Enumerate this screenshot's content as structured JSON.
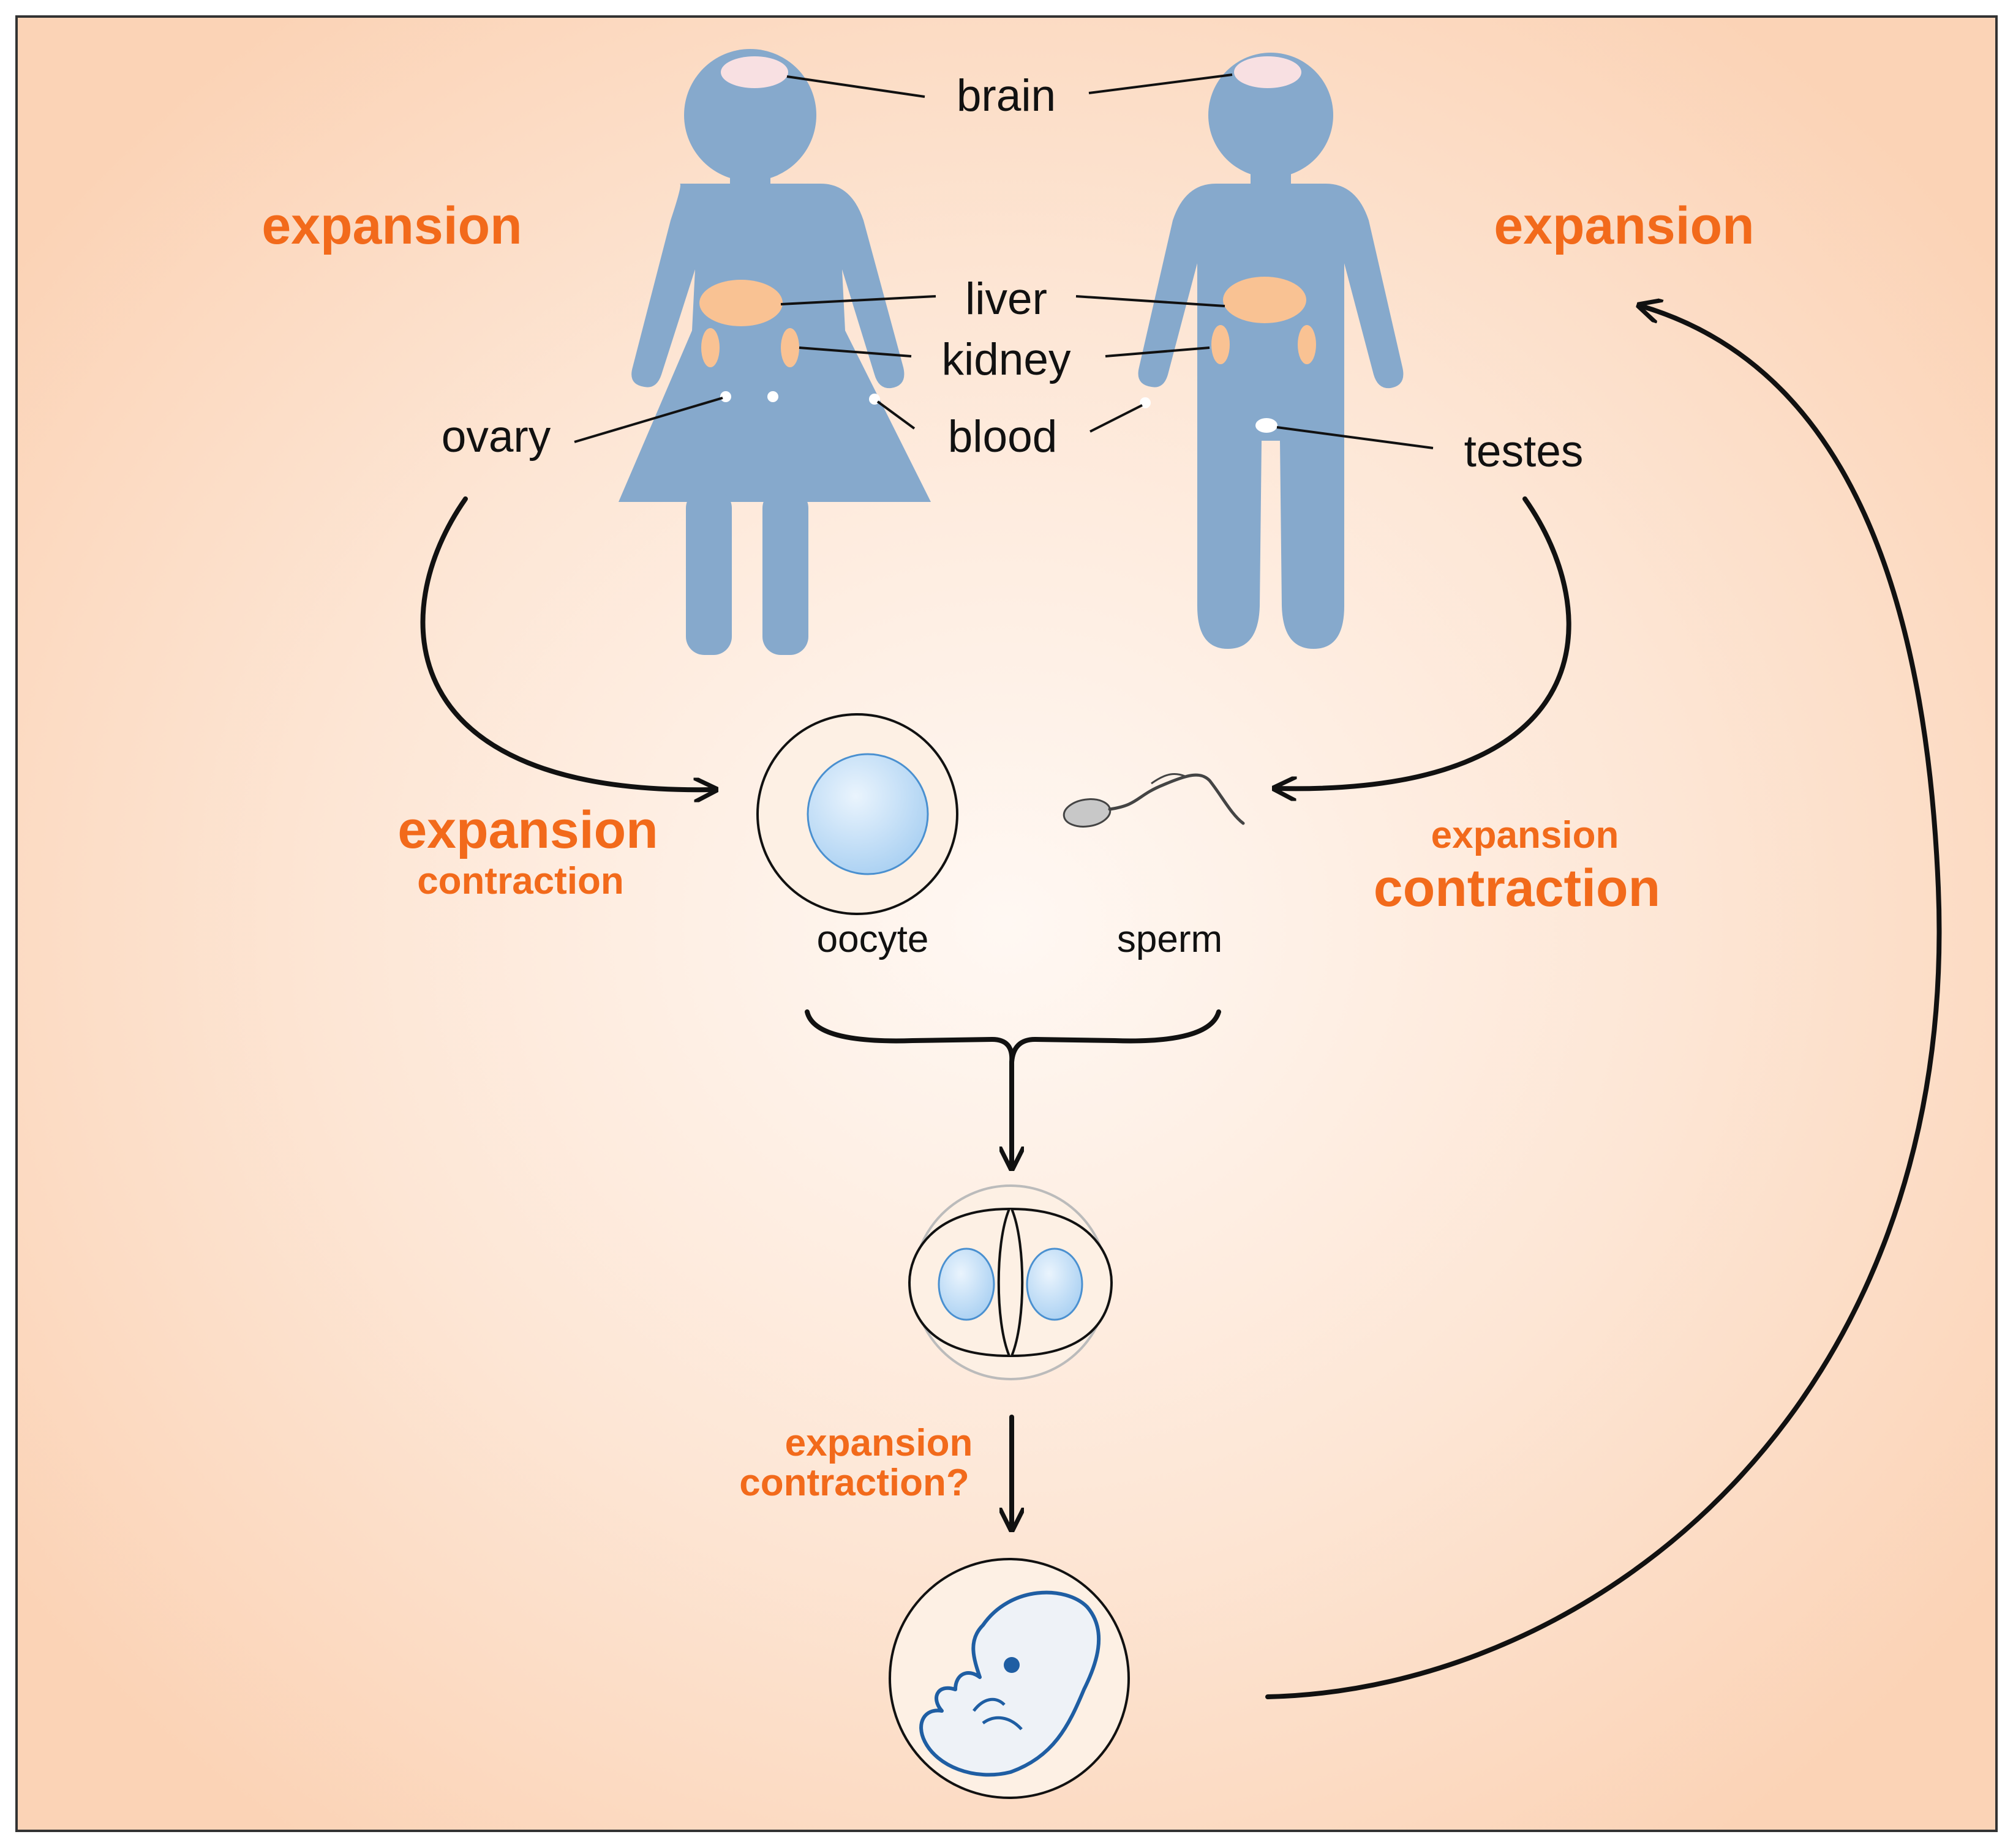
{
  "labels": {
    "brain": "brain",
    "liver": "liver",
    "kidney": "kidney",
    "blood": "blood",
    "ovary": "ovary",
    "testes": "testes",
    "oocyte": "oocyte",
    "sperm": "sperm"
  },
  "annotations": {
    "expansion_top_left": "expansion",
    "expansion_top_right": "expansion",
    "ovary_arrow_major": "expansion",
    "ovary_arrow_minor": "contraction",
    "testes_arrow_minor": "expansion",
    "testes_arrow_major": "contraction",
    "embryo_step_line1": "expansion",
    "embryo_step_line2": "contraction?"
  },
  "colors": {
    "background_outer": "#fbd3b6",
    "background_center": "#fff8f3",
    "silhouette": "#86a9cc",
    "organ_orange": "#f9c293",
    "brain_pink": "#f8e0e2",
    "nucleus_blue": "#bcdcf6",
    "embryo_outline": "#1f5ea3",
    "annotation_text": "#f26a1b"
  },
  "icons": [
    "female-figure-icon",
    "male-figure-icon",
    "oocyte-icon",
    "sperm-icon",
    "two-cell-embryo-icon",
    "embryo-icon"
  ]
}
